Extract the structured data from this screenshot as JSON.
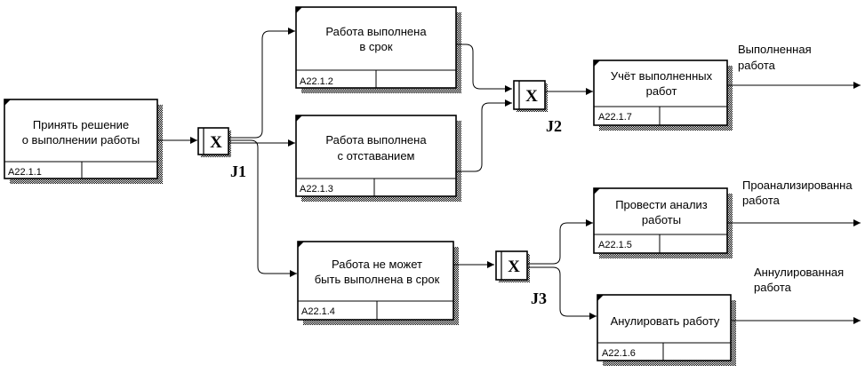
{
  "units": [
    {
      "label_lines": [
        "Принять решение",
        "о выполнении работы"
      ],
      "id": "A22.1.1"
    },
    {
      "label_lines": [
        "Работа выполнена",
        "в срок"
      ],
      "id": "A22.1.2"
    },
    {
      "label_lines": [
        "Работа выполнена",
        "с отставанием"
      ],
      "id": "A22.1.3"
    },
    {
      "label_lines": [
        "Работа не может",
        "быть выполнена в срок"
      ],
      "id": "A22.1.4"
    },
    {
      "label_lines": [
        "Учёт выполненных",
        "работ"
      ],
      "id": "A22.1.7"
    },
    {
      "label_lines": [
        "Провести анализ",
        "работы"
      ],
      "id": "A22.1.5"
    },
    {
      "label_lines": [
        "Анулировать работу"
      ],
      "id": "A22.1.6"
    }
  ],
  "junctions": [
    {
      "symbol": "X",
      "label": "J1"
    },
    {
      "symbol": "X",
      "label": "J2"
    },
    {
      "symbol": "X",
      "label": "J3"
    }
  ],
  "outputs": [
    {
      "label_lines": [
        "Выполненная",
        "работа"
      ]
    },
    {
      "label_lines": [
        "Проанализированна",
        "работа"
      ]
    },
    {
      "label_lines": [
        "Аннулированная",
        "работа"
      ]
    }
  ]
}
